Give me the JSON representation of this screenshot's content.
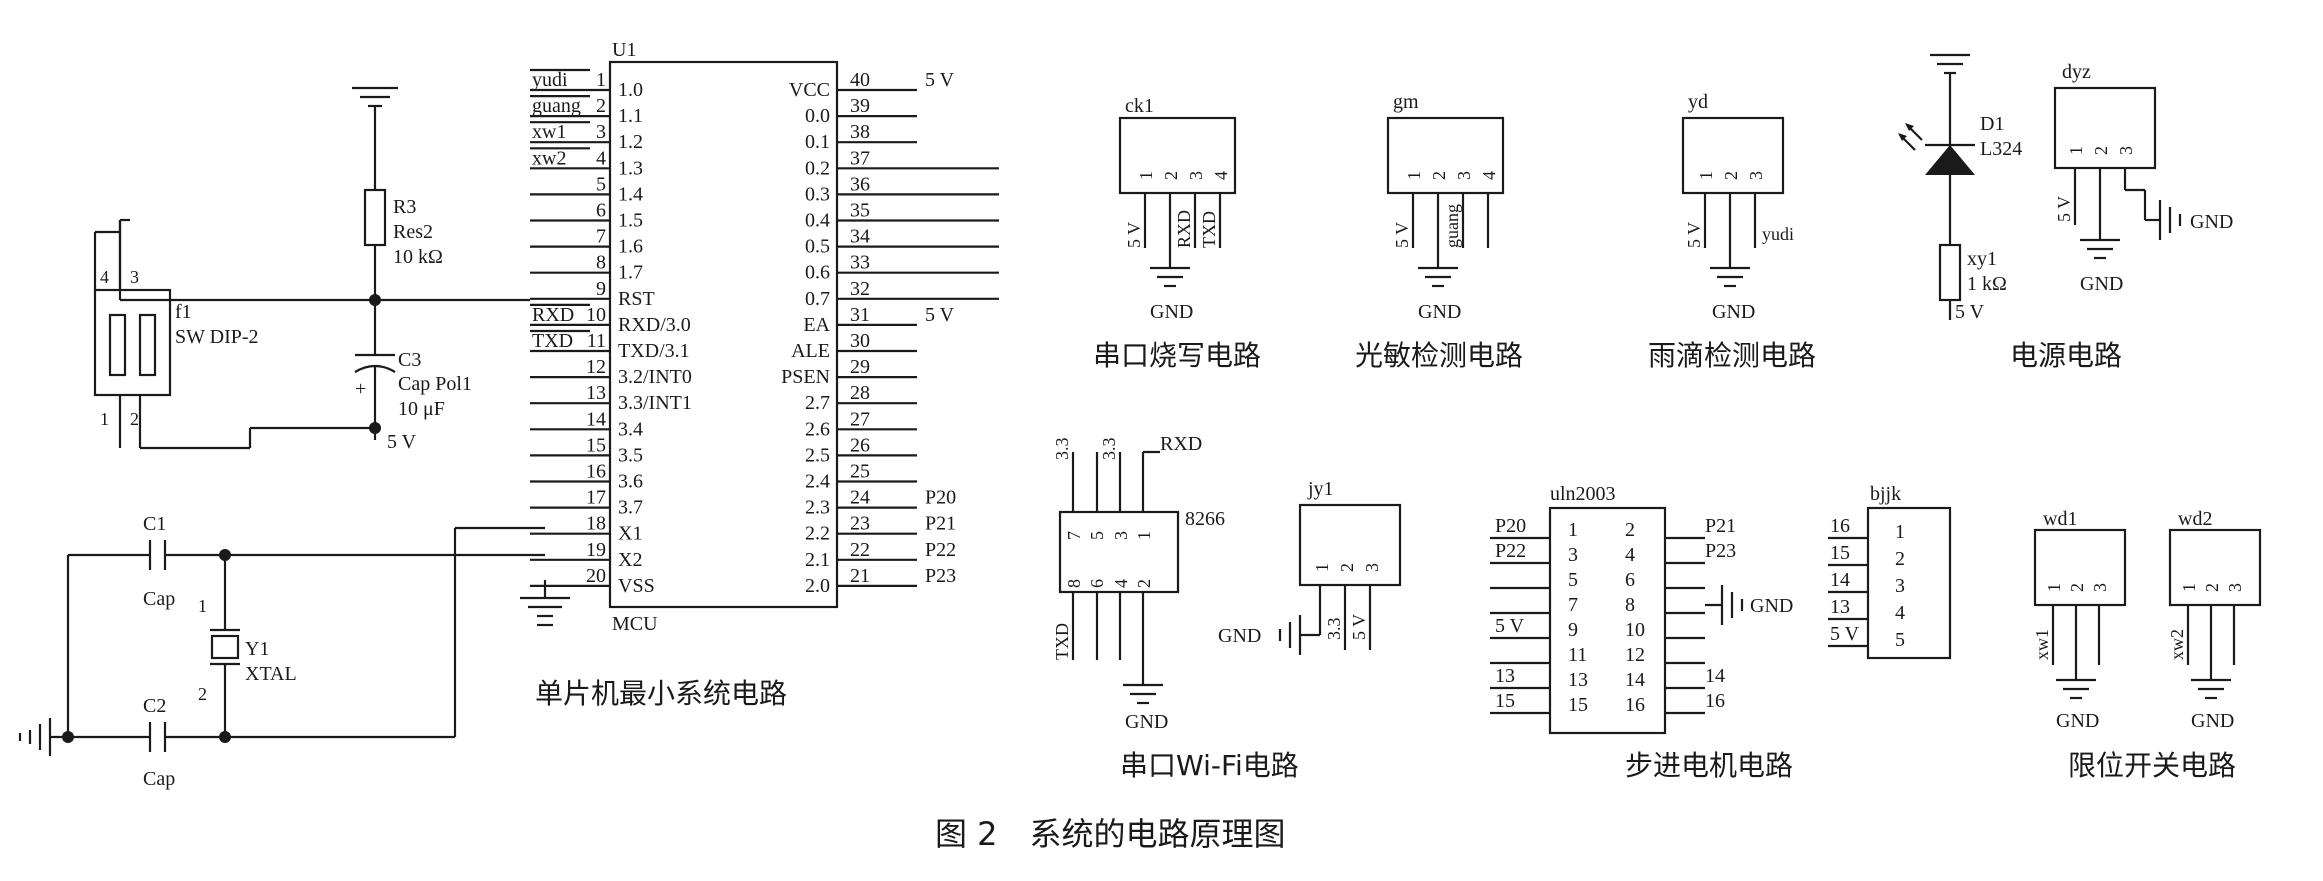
{
  "figure_caption": "图 2　系统的电路原理图",
  "mcu": {
    "ref": "U1",
    "name": "MCU",
    "left_pins": [
      {
        "num": "1",
        "label": "1.0",
        "net": "yudi"
      },
      {
        "num": "2",
        "label": "1.1",
        "net": "guang"
      },
      {
        "num": "3",
        "label": "1.2",
        "net": "xw1"
      },
      {
        "num": "4",
        "label": "1.3",
        "net": "xw2"
      },
      {
        "num": "5",
        "label": "1.4",
        "net": ""
      },
      {
        "num": "6",
        "label": "1.5",
        "net": ""
      },
      {
        "num": "7",
        "label": "1.6",
        "net": ""
      },
      {
        "num": "8",
        "label": "1.7",
        "net": ""
      },
      {
        "num": "9",
        "label": "RST",
        "net": ""
      },
      {
        "num": "10",
        "label": "RXD/3.0",
        "net": "RXD"
      },
      {
        "num": "11",
        "label": "TXD/3.1",
        "net": "TXD"
      },
      {
        "num": "12",
        "label": "3.2/INT0",
        "net": ""
      },
      {
        "num": "13",
        "label": "3.3/INT1",
        "net": ""
      },
      {
        "num": "14",
        "label": "3.4",
        "net": ""
      },
      {
        "num": "15",
        "label": "3.5",
        "net": ""
      },
      {
        "num": "16",
        "label": "3.6",
        "net": ""
      },
      {
        "num": "17",
        "label": "3.7",
        "net": ""
      },
      {
        "num": "18",
        "label": "X1",
        "net": ""
      },
      {
        "num": "19",
        "label": "X2",
        "net": ""
      },
      {
        "num": "20",
        "label": "VSS",
        "net": ""
      }
    ],
    "right_pins": [
      {
        "num": "40",
        "label": "VCC",
        "net": "5 V"
      },
      {
        "num": "39",
        "label": "0.0",
        "net": ""
      },
      {
        "num": "38",
        "label": "0.1",
        "net": ""
      },
      {
        "num": "37",
        "label": "0.2",
        "net": ""
      },
      {
        "num": "36",
        "label": "0.3",
        "net": ""
      },
      {
        "num": "35",
        "label": "0.4",
        "net": ""
      },
      {
        "num": "34",
        "label": "0.5",
        "net": ""
      },
      {
        "num": "33",
        "label": "0.6",
        "net": ""
      },
      {
        "num": "32",
        "label": "0.7",
        "net": ""
      },
      {
        "num": "31",
        "label": "EA",
        "net": "5 V"
      },
      {
        "num": "30",
        "label": "ALE",
        "net": ""
      },
      {
        "num": "29",
        "label": "PSEN",
        "net": ""
      },
      {
        "num": "28",
        "label": "2.7",
        "net": ""
      },
      {
        "num": "27",
        "label": "2.6",
        "net": ""
      },
      {
        "num": "26",
        "label": "2.5",
        "net": ""
      },
      {
        "num": "25",
        "label": "2.4",
        "net": ""
      },
      {
        "num": "24",
        "label": "2.3",
        "net": "P20"
      },
      {
        "num": "23",
        "label": "2.2",
        "net": "P21"
      },
      {
        "num": "22",
        "label": "2.1",
        "net": "P22"
      },
      {
        "num": "21",
        "label": "2.0",
        "net": "P23"
      }
    ],
    "caption": "单片机最小系统电路"
  },
  "min_system": {
    "r3_ref": "R3",
    "r3_type": "Res2",
    "r3_val": "10 kΩ",
    "c3_ref": "C3",
    "c3_type": "Cap Pol1",
    "c3_val": "10 μF",
    "vcc": "5 V",
    "sw_ref": "f1",
    "sw_type": "SW DIP-2",
    "sw_pin4": "4",
    "sw_pin3": "3",
    "sw_pin1": "1",
    "sw_pin2": "2",
    "c1_ref": "C1",
    "c1_type": "Cap",
    "c2_ref": "C2",
    "c2_type": "Cap",
    "y1_ref": "Y1",
    "y1_type": "XTAL",
    "y1_pin1": "1",
    "y1_pin2": "2"
  },
  "ck1": {
    "ref": "ck1",
    "pins": [
      "1",
      "2",
      "3",
      "4"
    ],
    "nets": [
      "5 V",
      "RXD",
      "TXD"
    ],
    "gnd": "GND",
    "caption": "串口烧写电路"
  },
  "gm": {
    "ref": "gm",
    "pins": [
      "1",
      "2",
      "3",
      "4"
    ],
    "nets": [
      "5 V",
      "guang"
    ],
    "gnd": "GND",
    "caption": "光敏检测电路"
  },
  "yd": {
    "ref": "yd",
    "pins": [
      "1",
      "2",
      "3"
    ],
    "nets": [
      "5 V",
      "yudi"
    ],
    "gnd": "GND",
    "caption": "雨滴检测电路"
  },
  "power": {
    "d1_ref": "D1",
    "d1_type": "L324",
    "r_ref": "xy1",
    "r_val": "1 kΩ",
    "vcc": "5 V",
    "dyz_ref": "dyz",
    "dyz_pins": [
      "1",
      "2",
      "3"
    ],
    "dyz_net": "5 V",
    "gnd1": "GND",
    "gnd2": "GND",
    "caption": "电源电路"
  },
  "wifi": {
    "ref": "8266",
    "top_pins": [
      "7",
      "5",
      "3",
      "1"
    ],
    "bottom_pins": [
      "8",
      "6",
      "4",
      "2"
    ],
    "top_nets": [
      "3.3",
      "3.3",
      "RXD"
    ],
    "bottom_net": "TXD",
    "gnd": "GND",
    "caption": "串口Wi-Fi电路"
  },
  "jy1": {
    "ref": "jy1",
    "pins": [
      "1",
      "2",
      "3"
    ],
    "nets": [
      "3.3",
      "5 V"
    ],
    "gnd": "GND"
  },
  "uln": {
    "ref": "uln2003",
    "left_pins": [
      "1",
      "3",
      "5",
      "7",
      "9",
      "11",
      "13",
      "15"
    ],
    "right_pins": [
      "2",
      "4",
      "6",
      "8",
      "10",
      "12",
      "14",
      "16"
    ],
    "left_nets": [
      "P20",
      "P22",
      "",
      "",
      "5 V",
      "",
      "13",
      "15"
    ],
    "right_nets": [
      "P21",
      "P23",
      "",
      "",
      "",
      "",
      "14",
      "16"
    ],
    "gnd": "GND",
    "caption": "步进电机电路"
  },
  "bjjk": {
    "ref": "bjjk",
    "pins": [
      "1",
      "2",
      "3",
      "4",
      "5"
    ],
    "nets": [
      "16",
      "15",
      "14",
      "13",
      "5 V"
    ]
  },
  "limit": {
    "wd1_ref": "wd1",
    "wd2_ref": "wd2",
    "pins": [
      "1",
      "2",
      "3"
    ],
    "wd1_net": "xw1",
    "wd2_net": "xw2",
    "gnd1": "GND",
    "gnd2": "GND",
    "caption": "限位开关电路"
  }
}
